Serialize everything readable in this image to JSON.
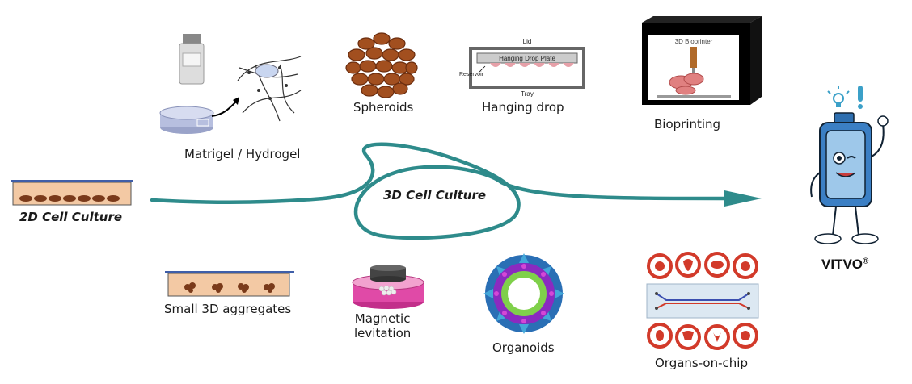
{
  "labels": {
    "matrigel": "Matrigel / Hydrogel",
    "spheroids": "Spheroids",
    "hanging_drop": "Hanging drop",
    "bioprinting": "Bioprinting",
    "culture_2d": "2D Cell Culture",
    "culture_3d": "3D Cell Culture",
    "small_aggregates": "Small 3D aggregates",
    "magnetic_levitation_line1": "Magnetic",
    "magnetic_levitation_line2": "levitation",
    "organoids": "Organoids",
    "organs_on_chip": "Organs-on-chip",
    "brand": "VITVO",
    "brand_mark": "®"
  },
  "hanging_drop_plate": {
    "lid": "Lid",
    "plate": "Hanging Drop Plate",
    "reservoir": "Reservoir",
    "tray": "Tray"
  },
  "bioprinter": {
    "title": "3D Bioprinter"
  },
  "colors": {
    "arrow": "#2e8b8b",
    "dish_fill": "#f3c9a4",
    "dish_rim": "#3f5ea8",
    "cells": "#7a3a1a",
    "mascot": "#3b7fc4",
    "organ_red": "#d23a2a"
  }
}
